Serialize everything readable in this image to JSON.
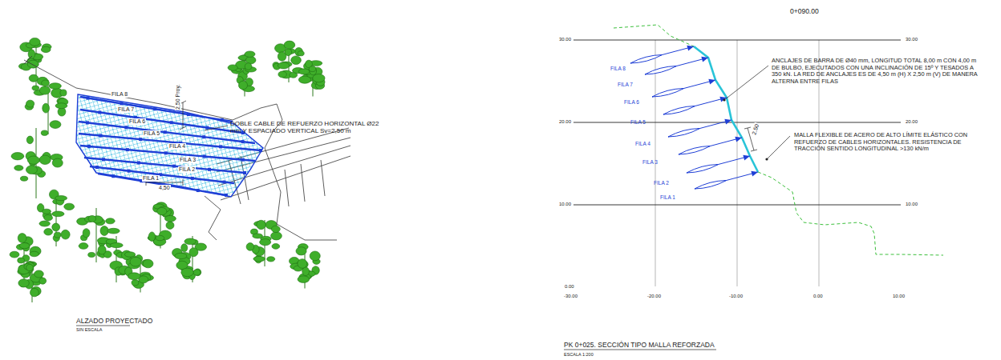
{
  "diagram": {
    "labels": [
      "FILA 8",
      "FILA 7",
      "FILA 6",
      "FILA 5",
      "FILA 4",
      "FILA 3",
      "FILA 2",
      "FILA 1",
      "2,50 Proy.",
      "4,50",
      "DOBLE CABLE DE REFUERZO HORIZONTAL Ø22 mm Y ESPACIADO VERTICAL Sv=2,50 m",
      "ALZADO PROYECTADO",
      "SIN ESCALA",
      "0+090.00",
      "30.00",
      "30.00",
      "20.00",
      "20.00",
      "10.00",
      "10.00",
      "0.00",
      "-30.00",
      "-20.00",
      "-10.00",
      "0.00",
      "10.00",
      "FILA 8",
      "FILA 7",
      "FILA 6",
      "FILA 5",
      "FILA 4",
      "FILA 3",
      "FILA 2",
      "FILA 1",
      "2.50",
      "ANCLAJES DE BARRA DE Ø40 mm, LONGITUD TOTAL 8,00 m CON 4,00 m DE BULBO, EJECUTADOS CON UNA INCLINACIÓN DE 15º Y TESADOS A 350 kN. LA RED DE ANCLAJES ES DE 4,50 m (H) X 2,50 m (V) DE MANERA ALTERNA ENTRE FILAS",
      "MALLA FLEXIBLE DE ACERO DE ALTO LÍMITE ELÁSTICO CON REFUERZO DE CABLES HORIZONTALES. RESISTENCIA DE TRACCIÓN SENTIDO LONGITUDINAL >130 kN/m",
      "PK 0+025. SECCIÓN TIPO MALLA REFORZADA",
      "ESCALA 1:200"
    ]
  }
}
